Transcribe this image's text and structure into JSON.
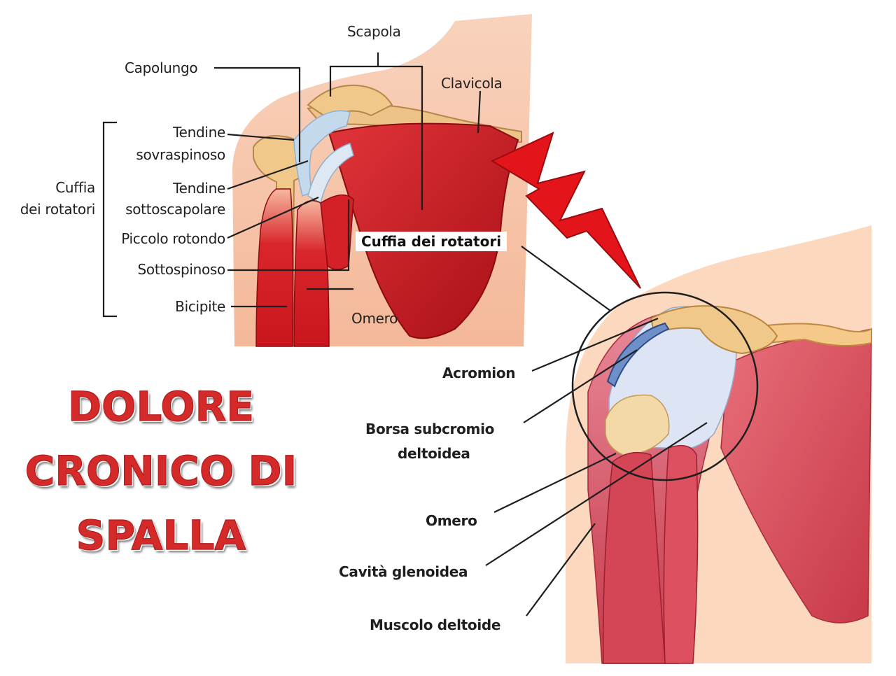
{
  "title": {
    "line1": "DOLORE",
    "line2": "CRONICO DI",
    "line3": "SPALLA"
  },
  "left_diagram": {
    "labels": {
      "scapola": "Scapola",
      "capolungo": "Capolungo",
      "clavicola": "Clavicola",
      "tendine_sovraspinoso_1": "Tendine",
      "tendine_sovraspinoso_2": "sovraspinoso",
      "cuffia_1": "Cuffia",
      "cuffia_2": "dei rotatori",
      "tendine_sottoscapolare_1": "Tendine",
      "tendine_sottoscapolare_2": "sottoscapolare",
      "piccolo_rotondo": "Piccolo rotondo",
      "sottospinoso": "Sottospinoso",
      "bicipite": "Bicipite",
      "omero": "Omero"
    }
  },
  "right_diagram": {
    "labels": {
      "cuffia_dei_rotatori": "Cuffia dei rotatori",
      "acromion": "Acromion",
      "borsa_1": "Borsa subcromio",
      "borsa_2": "deltoidea",
      "omero": "Omero",
      "cavita_glenoidea": "Cavità glenoidea",
      "muscolo_deltoide": "Muscolo deltoide"
    }
  },
  "colors": {
    "muscle_red": "#c8161c",
    "skin": "#f6c5ab",
    "bone": "#f0c98a",
    "tendon": "#c5d9ec",
    "title_red": "#d42a2a"
  }
}
